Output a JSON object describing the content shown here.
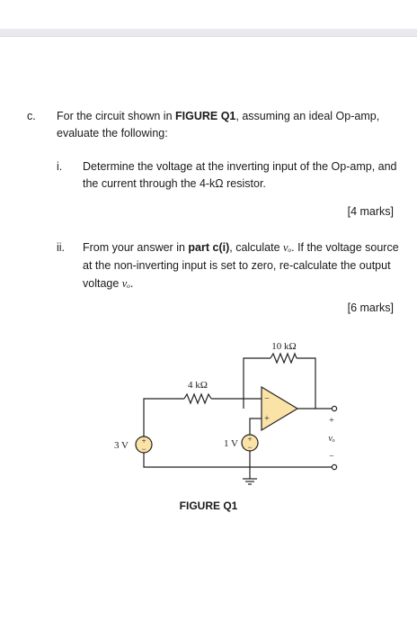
{
  "question": {
    "label": "c.",
    "intro_pre": "For the circuit shown in ",
    "intro_ref": "FIGURE Q1",
    "intro_post": ", assuming an ideal Op-amp,",
    "intro_line2": "evaluate the following:"
  },
  "parts": [
    {
      "label": "i.",
      "line1": "Determine the voltage at the inverting input of the Op-amp, and",
      "line2": "the current through the 4-kΩ resistor.",
      "marks": "[4 marks]"
    },
    {
      "label": "ii.",
      "line1_pre": "From your answer in ",
      "line1_ref": "part c(i)",
      "line1_mid": ", calculate ",
      "line1_var": "vₒ",
      "line1_post": ". If the voltage source",
      "line2": "at the non-inverting input is set to zero, re-calculate the output",
      "line3_pre": "voltage ",
      "line3_var": "vₒ",
      "line3_post": ".",
      "marks": "[6 marks]"
    }
  ],
  "figure": {
    "resistor_feedback": "10 kΩ",
    "resistor_input": "4 kΩ",
    "source_left": "3 V",
    "source_right": "1 V",
    "opamp_minus": "−",
    "opamp_plus": "+",
    "source_plus": "+",
    "source_minus": "−",
    "out_plus": "+",
    "out_minus": "−",
    "out_label": "vₒ",
    "caption": "FIGURE Q1"
  }
}
